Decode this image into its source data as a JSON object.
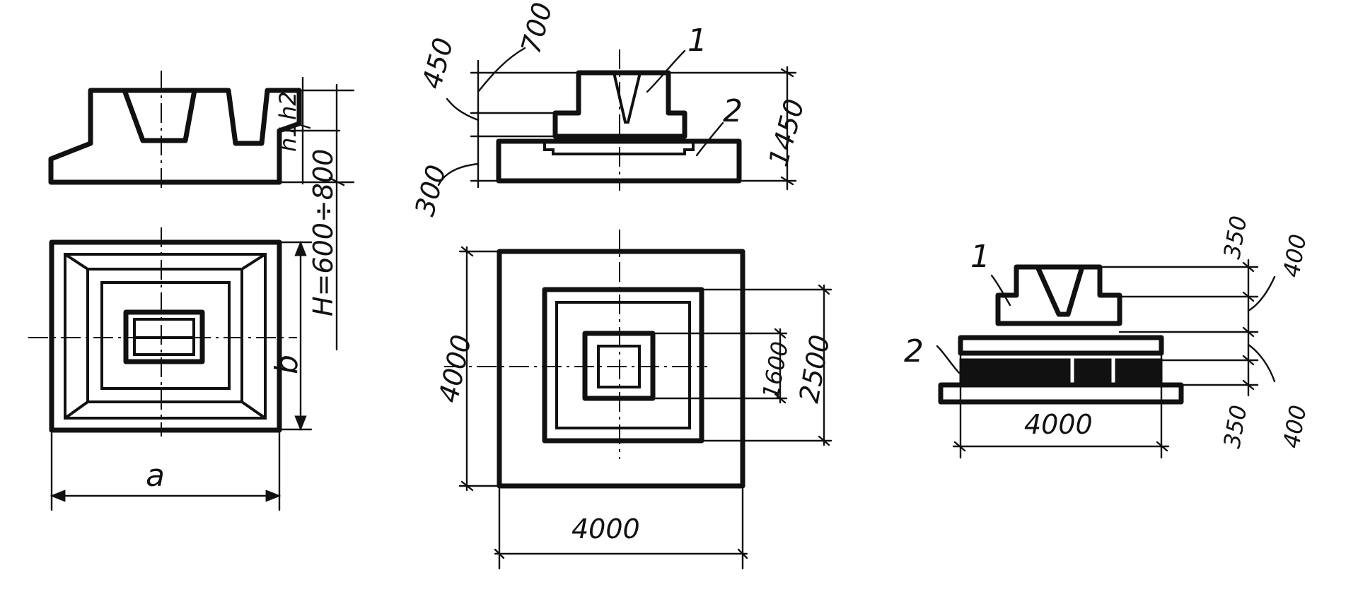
{
  "drawing_labels": {
    "dim_a": "a",
    "dim_b": "b",
    "dim_h1": "h1",
    "dim_h2": "h2",
    "dim_H": "H=600÷800",
    "dim_450": "450",
    "dim_700": "700",
    "dim_300": "300",
    "dim_1450": "1450",
    "callout_1_top": "1",
    "callout_2_top": "2",
    "dim_4000_left": "4000",
    "dim_4000_bottom": "4000",
    "dim_1600": "1600",
    "dim_2500": "2500",
    "callout_1_right": "1",
    "callout_2_right": "2",
    "dim_350_top": "350",
    "dim_400_top": "400",
    "dim_350_bottom": "350",
    "dim_400_bottom": "400",
    "dim_4000_right": "4000"
  },
  "colors": {
    "ink": "#111111",
    "paper": "#ffffff"
  }
}
